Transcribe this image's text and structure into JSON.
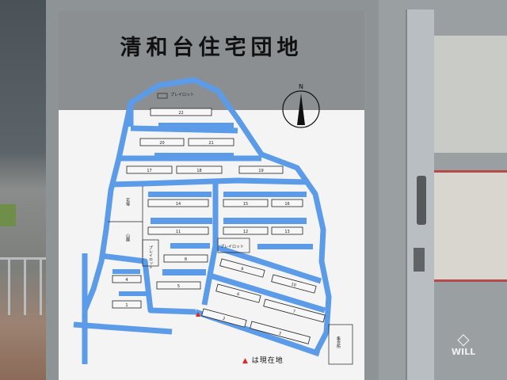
{
  "sign": {
    "title": "清和台住宅団地",
    "compass_label": "N",
    "legend_marker": "▲",
    "legend_text": "は現在地",
    "road_color": "#5b9be8",
    "current_location_color": "#e0252a"
  },
  "map": {
    "buildings": [
      "1",
      "2",
      "3",
      "4",
      "5",
      "6",
      "7",
      "8",
      "9",
      "10",
      "11",
      "12",
      "13",
      "14",
      "15",
      "16",
      "17",
      "18",
      "19",
      "20",
      "21",
      "22"
    ],
    "labels": {
      "playlot": "プレイロット",
      "flowerbed": "花壇",
      "garden": "山園",
      "meeting_hall": "集会所"
    }
  },
  "watermark": "WILL"
}
